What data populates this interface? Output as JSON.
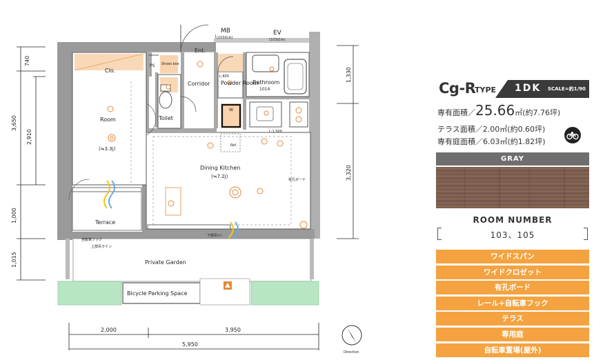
{
  "plan": {
    "labels": {
      "mb": "MB",
      "mb_sub": "(103のみ)",
      "ev": "EV",
      "ev_sub": "(103のみ)",
      "ent": "Ent.",
      "ps": "PS",
      "shoes_box": "Shoes box",
      "clo": "Clo.",
      "corridor": "Corridor",
      "powder_room": "Powder Room",
      "bathroom": "Bathroom",
      "bath_size": "1014",
      "l805": "L:805",
      "toilet": "Toilet",
      "w": "W",
      "ref": "Ref.",
      "l1500": "L:1,500",
      "room": "Room",
      "room_size": "(≒3.3j)",
      "dining_kitchen": "Dining Kitchen",
      "dk_size": "(≒7.2j)",
      "yukoban": "有孔ボード",
      "terrace": "Terrace",
      "bike_hook": "自転車フック",
      "upper_rail": "上部吊ライン",
      "shitagamachi": "下部吊ﾗｲﾝ",
      "private_garden": "Private Garden",
      "bicycle_parking": "Bicycle Parking Space",
      "direction": "Direction"
    },
    "dimensions": {
      "left_outer": [
        "740",
        "3,650",
        "1,000",
        "1,015"
      ],
      "left_inner": "2,910",
      "right": [
        "1,330",
        "3,320"
      ],
      "bottom": [
        "2,000",
        "3,950",
        "5,950"
      ]
    }
  },
  "panel": {
    "type_name": "Cg-R",
    "type_word": "TYPE",
    "layout_code": "1DK",
    "scale": "SCALE=約1/90",
    "area_label": "専有面積／",
    "area_value": "25.66",
    "area_unit": "㎡",
    "area_tsubo": "(約7.76坪)",
    "terrace_area": "テラス面積／2.00㎡(約0.60坪)",
    "garden_area": "専有庭面積／6.03㎡(約1.82坪)",
    "color_name": "GRAY",
    "room_number_label": "ROOM NUMBER",
    "room_numbers": "103、105",
    "features": [
      "ワイドスパン",
      "ワイドクロゼット",
      "有孔ボード",
      "レール+自転車フック",
      "テラス",
      "専用庭",
      "自転車置場(屋外)"
    ],
    "colors": {
      "accent": "#f4a340",
      "badge": "#3a3a3a",
      "header_gray": "#6e6e6e"
    }
  }
}
